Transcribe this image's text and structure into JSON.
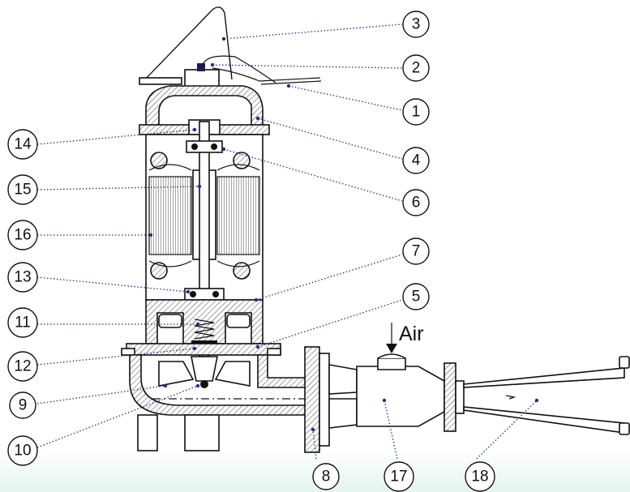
{
  "air_label": "Air",
  "callouts": [
    {
      "id": "c3",
      "label": "3"
    },
    {
      "id": "c2",
      "label": "2"
    },
    {
      "id": "c1",
      "label": "1"
    },
    {
      "id": "c4",
      "label": "4"
    },
    {
      "id": "c6",
      "label": "6"
    },
    {
      "id": "c7",
      "label": "7"
    },
    {
      "id": "c5",
      "label": "5"
    },
    {
      "id": "c14",
      "label": "14"
    },
    {
      "id": "c15",
      "label": "15"
    },
    {
      "id": "c16",
      "label": "16"
    },
    {
      "id": "c13",
      "label": "13"
    },
    {
      "id": "c11",
      "label": "11"
    },
    {
      "id": "c12",
      "label": "12"
    },
    {
      "id": "c9",
      "label": "9"
    },
    {
      "id": "c10",
      "label": "10"
    },
    {
      "id": "c8",
      "label": "8"
    },
    {
      "id": "c17",
      "label": "17"
    },
    {
      "id": "c18",
      "label": "18"
    }
  ]
}
